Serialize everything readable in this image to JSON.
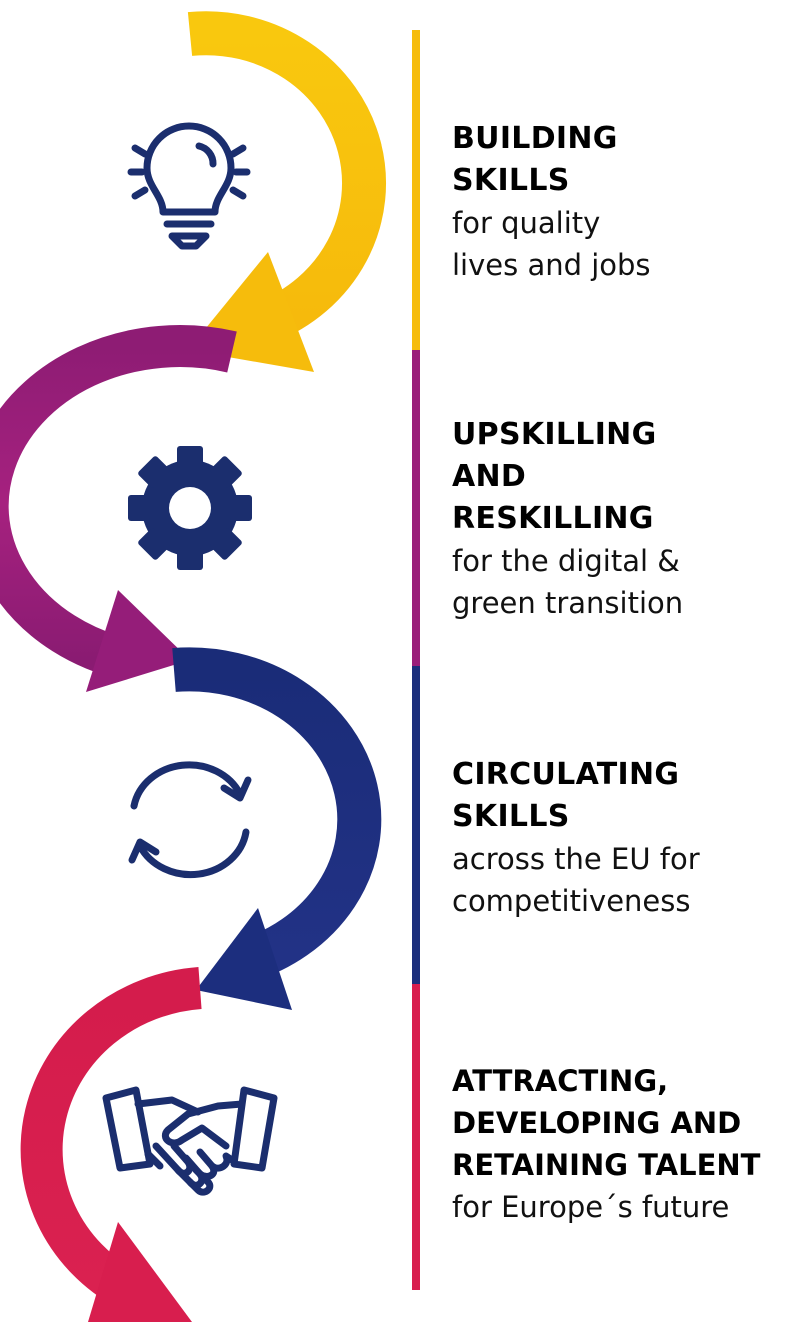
{
  "colors": {
    "yellow": "#F7C10E",
    "purple": "#9A1E7A",
    "navy": "#1B2E7C",
    "crimson": "#D81E4E",
    "icon": "#1B2E6E",
    "text": "#000000"
  },
  "steps": [
    {
      "icon": "lightbulb-icon",
      "title_lines": [
        "BUILDING",
        "SKILLS"
      ],
      "subtitle_lines": [
        "for quality",
        "lives and jobs"
      ]
    },
    {
      "icon": "gear-icon",
      "title_lines": [
        "UPSKILLING",
        "AND",
        "RESKILLING"
      ],
      "subtitle_lines": [
        "for the digital &",
        "green transition"
      ]
    },
    {
      "icon": "refresh-icon",
      "title_lines": [
        "CIRCULATING",
        "SKILLS"
      ],
      "subtitle_lines": [
        "across the EU for",
        "competitiveness"
      ]
    },
    {
      "icon": "handshake-icon",
      "title_lines": [
        "ATTRACTING,",
        "DEVELOPING AND",
        "RETAINING TALENT"
      ],
      "subtitle_lines": [
        "for Europe´s future"
      ]
    }
  ]
}
